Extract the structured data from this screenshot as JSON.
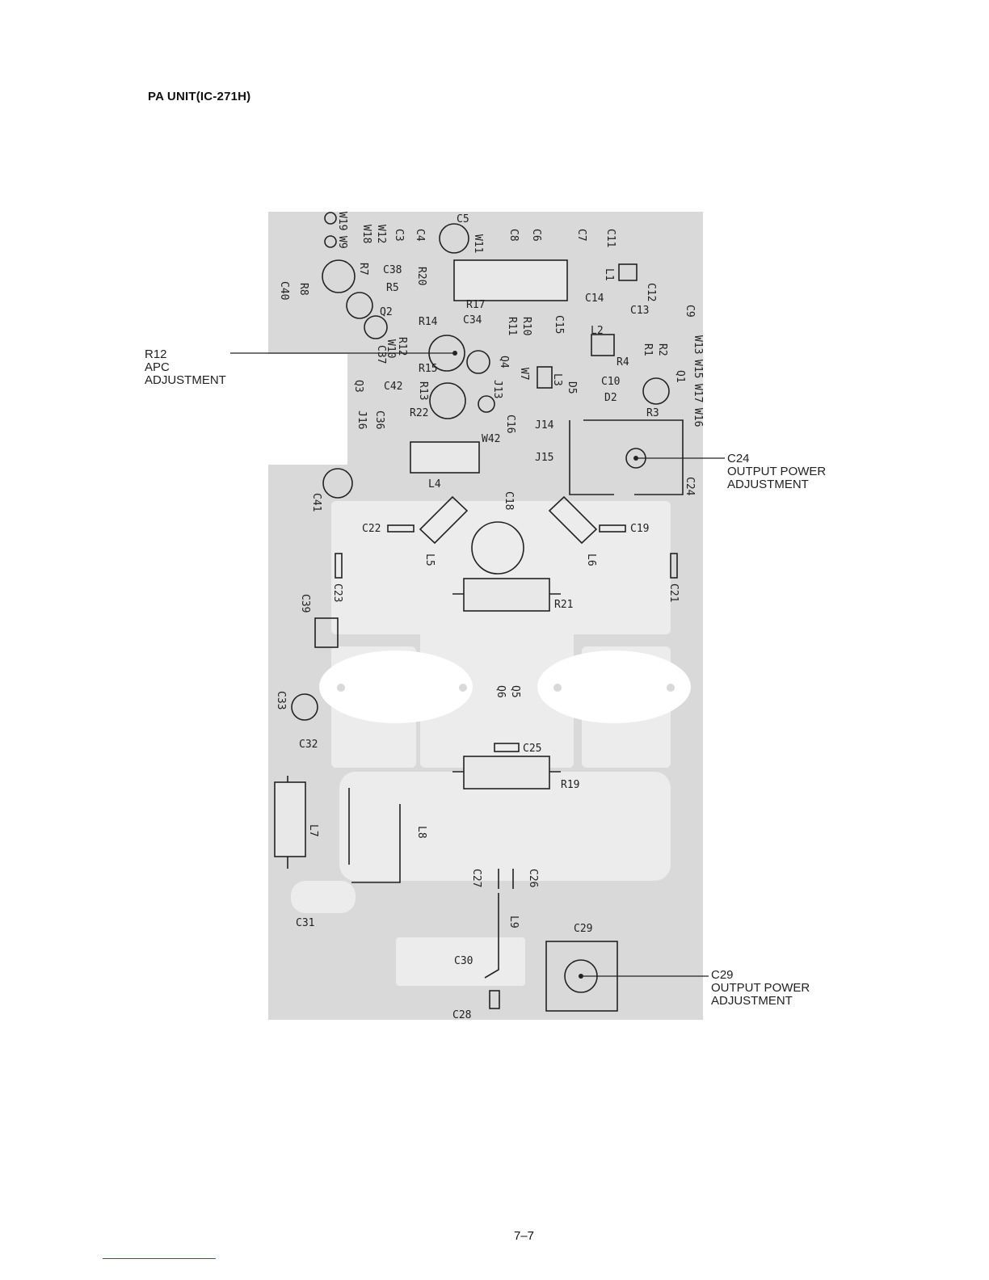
{
  "title": "PA UNIT(IC-271H)",
  "page_number": "7–7",
  "colors": {
    "board": "#d8d8d8",
    "trace": "#ededed",
    "ink": "#222222",
    "footer_line": "#3a4fb8"
  },
  "callouts": {
    "r12": {
      "ref": "R12",
      "line1": "APC",
      "line2": "ADJUSTMENT"
    },
    "c24": {
      "ref": "C24",
      "line1": "OUTPUT POWER",
      "line2": "ADJUSTMENT"
    },
    "c29": {
      "ref": "C29",
      "line1": "OUTPUT POWER",
      "line2": "ADJUSTMENT"
    }
  },
  "components": {
    "c5": "C5",
    "w19": "W19",
    "w18": "W18",
    "w9": "W9",
    "w12": "W12",
    "c3": "C3",
    "c4": "C4",
    "w11": "W11",
    "c8": "C8",
    "c6": "C6",
    "c7": "C7",
    "c11": "C11",
    "c38": "C38",
    "r20": "R20",
    "r7": "R7",
    "r5": "R5",
    "r8": "R8",
    "c40": "C40",
    "q2": "Q2",
    "l1": "L1",
    "c12": "C12",
    "c14": "C14",
    "c13": "C13",
    "c9": "C9",
    "r17": "R17",
    "c34": "C34",
    "r11": "R11",
    "r10": "R10",
    "c15": "C15",
    "l2": "L2",
    "r14": "R14",
    "r12": "R12",
    "w10": "W10",
    "c37": "C37",
    "q4": "Q4",
    "w7": "W7",
    "r1": "R1",
    "r2": "R2",
    "r4": "R4",
    "w13": "W13",
    "w15": "W15",
    "w17": "W17",
    "w16": "W16",
    "q1": "Q1",
    "r15": "R15",
    "c42": "C42",
    "r13": "R13",
    "j13": "J13",
    "l3": "L3",
    "d5": "D5",
    "c10": "C10",
    "d2": "D2",
    "r3": "R3",
    "q3": "Q3",
    "j16": "J16",
    "c36": "C36",
    "r22": "R22",
    "c16": "C16",
    "j14": "J14",
    "w42": "W42",
    "j15": "J15",
    "l4": "L4",
    "c24": "C24",
    "c41": "C41",
    "c18": "C18",
    "c22": "C22",
    "c19": "C19",
    "l5": "L5",
    "l6": "L6",
    "c23": "C23",
    "c21": "C21",
    "r21": "R21",
    "c39": "C39",
    "q5": "Q5",
    "q6": "Q6",
    "c33": "C33",
    "c32": "C32",
    "c25": "C25",
    "r19": "R19",
    "l7": "L7",
    "l8": "L8",
    "c27": "C27",
    "c26": "C26",
    "c31": "C31",
    "l9": "L9",
    "c29": "C29",
    "c30": "C30",
    "c28": "C28"
  }
}
